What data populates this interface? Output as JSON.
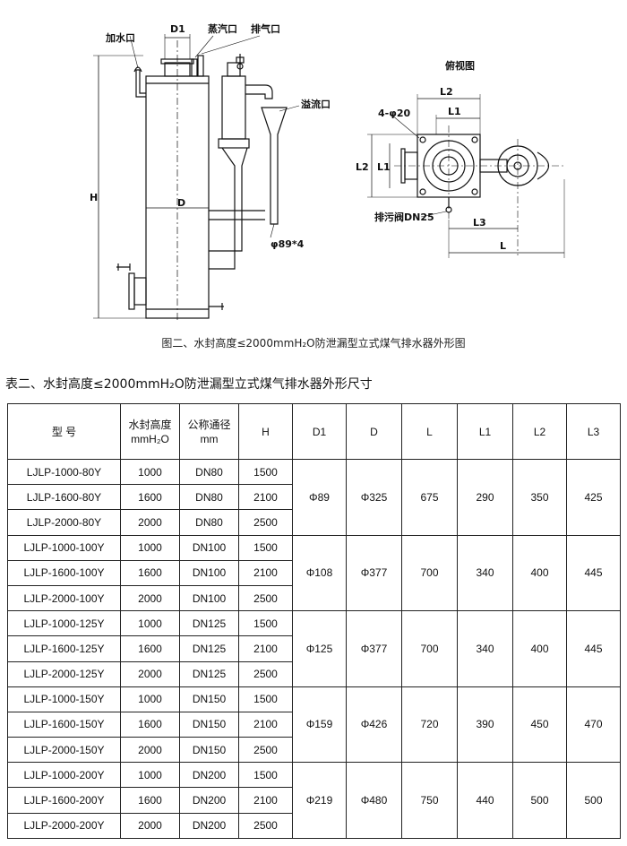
{
  "figure": {
    "labels": {
      "water_inlet": "加水口",
      "d1": "D1",
      "steam_port": "蒸汽口",
      "vent": "排气口",
      "top_view": "俯视图",
      "overflow": "溢流口",
      "bolt_holes": "4-φ20",
      "h": "H",
      "d": "D",
      "pipe_spec": "φ89*4",
      "l2_top": "L2",
      "l1_top": "L1",
      "l2_side": "L2",
      "l1_side": "L1",
      "drain_valve": "排污阀DN25",
      "l3": "L3",
      "l": "L"
    },
    "caption": "图二、水封高度≤2000mmH₂O防泄漏型立式煤气排水器外形图"
  },
  "table": {
    "caption": "表二、水封高度≤2000mmH₂O防泄漏型立式煤气排水器外形尺寸",
    "headers": {
      "model": "型  号",
      "seal_height": "水封高度",
      "seal_unit": "mmH₂O",
      "nominal_dia": "公称通径",
      "nominal_unit": "mm",
      "h": "H",
      "d1": "D1",
      "d": "D",
      "l": "L",
      "l1": "L1",
      "l2": "L2",
      "l3": "L3"
    },
    "groups": [
      {
        "d1": "Φ89",
        "d": "Φ325",
        "l": "675",
        "l1": "290",
        "l2": "350",
        "l3": "425",
        "rows": [
          {
            "model": "LJLP-1000-80Y",
            "seal": "1000",
            "dn": "DN80",
            "h": "1500"
          },
          {
            "model": "LJLP-1600-80Y",
            "seal": "1600",
            "dn": "DN80",
            "h": "2100"
          },
          {
            "model": "LJLP-2000-80Y",
            "seal": "2000",
            "dn": "DN80",
            "h": "2500"
          }
        ]
      },
      {
        "d1": "Φ108",
        "d": "Φ377",
        "l": "700",
        "l1": "340",
        "l2": "400",
        "l3": "445",
        "rows": [
          {
            "model": "LJLP-1000-100Y",
            "seal": "1000",
            "dn": "DN100",
            "h": "1500"
          },
          {
            "model": "LJLP-1600-100Y",
            "seal": "1600",
            "dn": "DN100",
            "h": "2100"
          },
          {
            "model": "LJLP-2000-100Y",
            "seal": "2000",
            "dn": "DN100",
            "h": "2500"
          }
        ]
      },
      {
        "d1": "Φ125",
        "d": "Φ377",
        "l": "700",
        "l1": "340",
        "l2": "400",
        "l3": "445",
        "rows": [
          {
            "model": "LJLP-1000-125Y",
            "seal": "1000",
            "dn": "DN125",
            "h": "1500"
          },
          {
            "model": "LJLP-1600-125Y",
            "seal": "1600",
            "dn": "DN125",
            "h": "2100"
          },
          {
            "model": "LJLP-2000-125Y",
            "seal": "2000",
            "dn": "DN125",
            "h": "2500"
          }
        ]
      },
      {
        "d1": "Φ159",
        "d": "Φ426",
        "l": "720",
        "l1": "390",
        "l2": "450",
        "l3": "470",
        "rows": [
          {
            "model": "LJLP-1000-150Y",
            "seal": "1000",
            "dn": "DN150",
            "h": "1500"
          },
          {
            "model": "LJLP-1600-150Y",
            "seal": "1600",
            "dn": "DN150",
            "h": "2100"
          },
          {
            "model": "LJLP-2000-150Y",
            "seal": "2000",
            "dn": "DN150",
            "h": "2500"
          }
        ]
      },
      {
        "d1": "Φ219",
        "d": "Φ480",
        "l": "750",
        "l1": "440",
        "l2": "500",
        "l3": "500",
        "rows": [
          {
            "model": "LJLP-1000-200Y",
            "seal": "1000",
            "dn": "DN200",
            "h": "1500"
          },
          {
            "model": "LJLP-1600-200Y",
            "seal": "1600",
            "dn": "DN200",
            "h": "2100"
          },
          {
            "model": "LJLP-2000-200Y",
            "seal": "2000",
            "dn": "DN200",
            "h": "2500"
          }
        ]
      }
    ]
  }
}
